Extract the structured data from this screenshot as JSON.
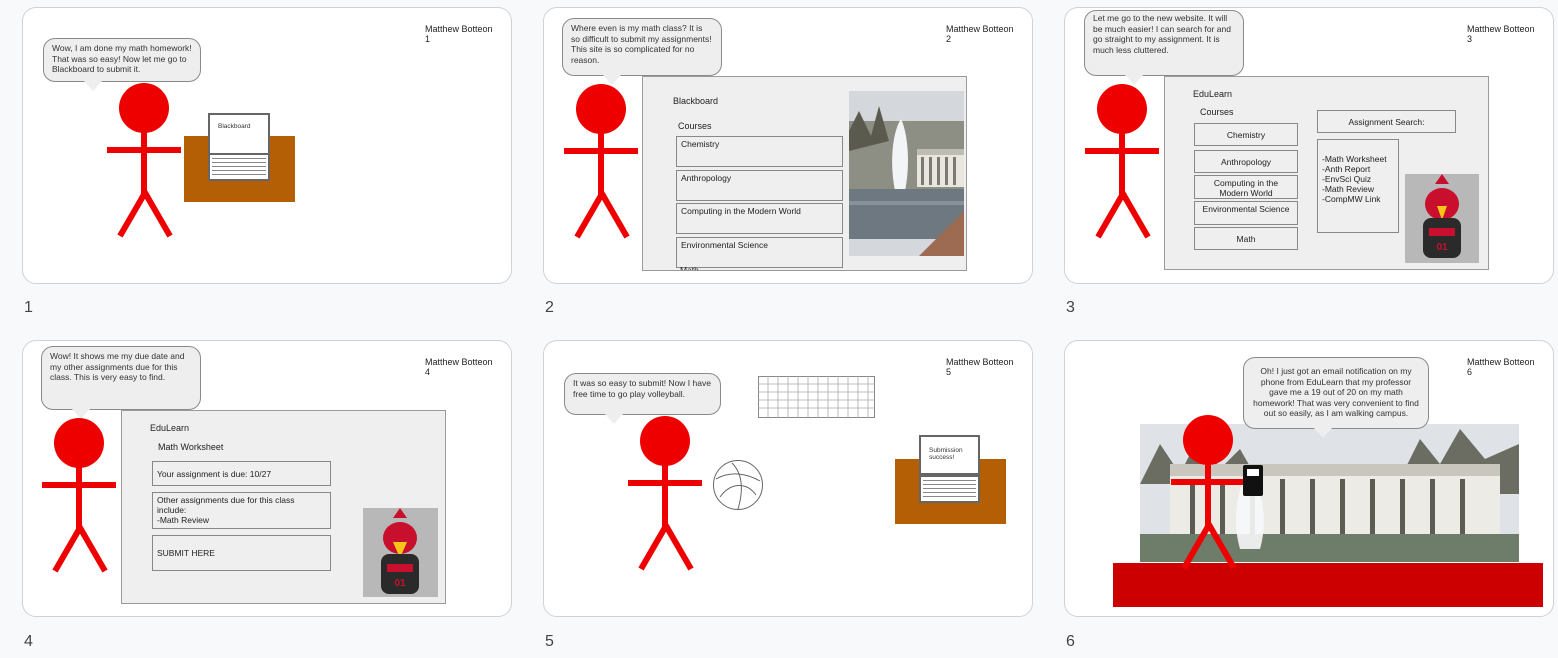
{
  "slide_numbers": [
    "1",
    "2",
    "3",
    "4",
    "5",
    "6"
  ],
  "author_labels": [
    "Matthew Botteon\n1",
    "Matthew Botteon\n2",
    "Matthew Botteon\n3",
    "Matthew Botteon\n4",
    "Matthew Botteon\n5",
    "Matthew Botteon\n6"
  ],
  "slide1": {
    "bubble": "Wow, I am done my math homework! That was so easy! Now let me go to Blackboard to submit it.",
    "laptop_text": "Blackboard"
  },
  "slide2": {
    "bubble": "Where even is my math class? It is so difficult to submit my assignments! This site is so complicated for no reason.",
    "site_title": "Blackboard",
    "courses_label": "Courses",
    "courses": [
      "Chemistry",
      "Anthropology",
      "Computing in the Modern World",
      "Environmental Science",
      "Math"
    ]
  },
  "slide3": {
    "bubble": "Let me go to the new website. It will be much easier! I can search for and go straight to my assignment. It is much less cluttered.",
    "site_title": "EduLearn",
    "courses_label": "Courses",
    "courses": [
      "Chemistry",
      "Anthropology",
      "Computing in the Modern World",
      "Environmental Science",
      "Math"
    ],
    "search_label": "Assignment Search:",
    "results": "-Math Worksheet\n-Anth Report\n-EnvSci Quiz\n-Math Review\n-CompMW Link"
  },
  "slide4": {
    "bubble": "Wow! It shows me my due date and my other assignments due for this class. This is very easy to find.",
    "site_title": "EduLearn",
    "assignment_title": "Math Worksheet",
    "due_text": "Your assignment is due: 10/27",
    "other_text": "Other assignments due for this class include:\n-Math Review",
    "submit_text": "SUBMIT HERE"
  },
  "slide5": {
    "bubble": "It was so easy to submit! Now I have free time to go play volleyball.",
    "laptop_text": "Submission success!"
  },
  "slide6": {
    "bubble": "Oh! I just got an email notification on my phone from EduLearn that my professor gave me a 19 out of 20 on my math homework! That was very convenient to find out so easily, as I am walking campus."
  },
  "colors": {
    "figure": "#ee0000",
    "desk": "#b45f06",
    "ground": "#cc0000",
    "panel": "#efefef"
  },
  "icons": [
    "stick-figure",
    "laptop-icon",
    "volleyball-icon",
    "net-icon",
    "phone-icon",
    "fountain-photo",
    "mascot-photo",
    "campus-photo"
  ]
}
